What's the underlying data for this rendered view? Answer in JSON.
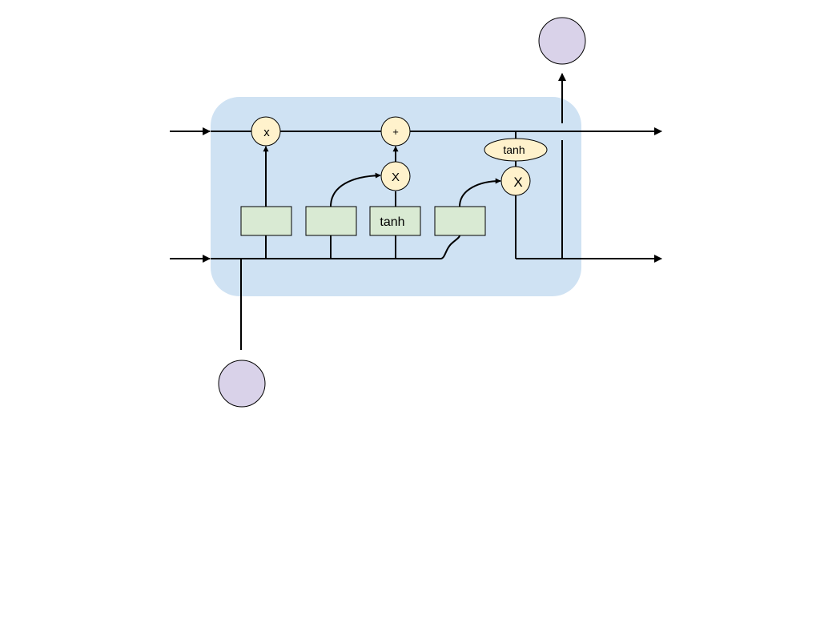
{
  "diagram": {
    "type": "lstm-cell",
    "colors": {
      "cell_background": "#cfe2f3",
      "gate_box_fill": "#d9ead3",
      "operator_fill": "#fff2cc",
      "io_node_fill": "#d9d2e9",
      "stroke": "#000000"
    },
    "operators": {
      "forget_multiply": "x",
      "cell_add": "+",
      "input_multiply": "X",
      "output_multiply": "X"
    },
    "labels": {
      "candidate_box": "tanh",
      "output_tanh": "tanh"
    }
  }
}
